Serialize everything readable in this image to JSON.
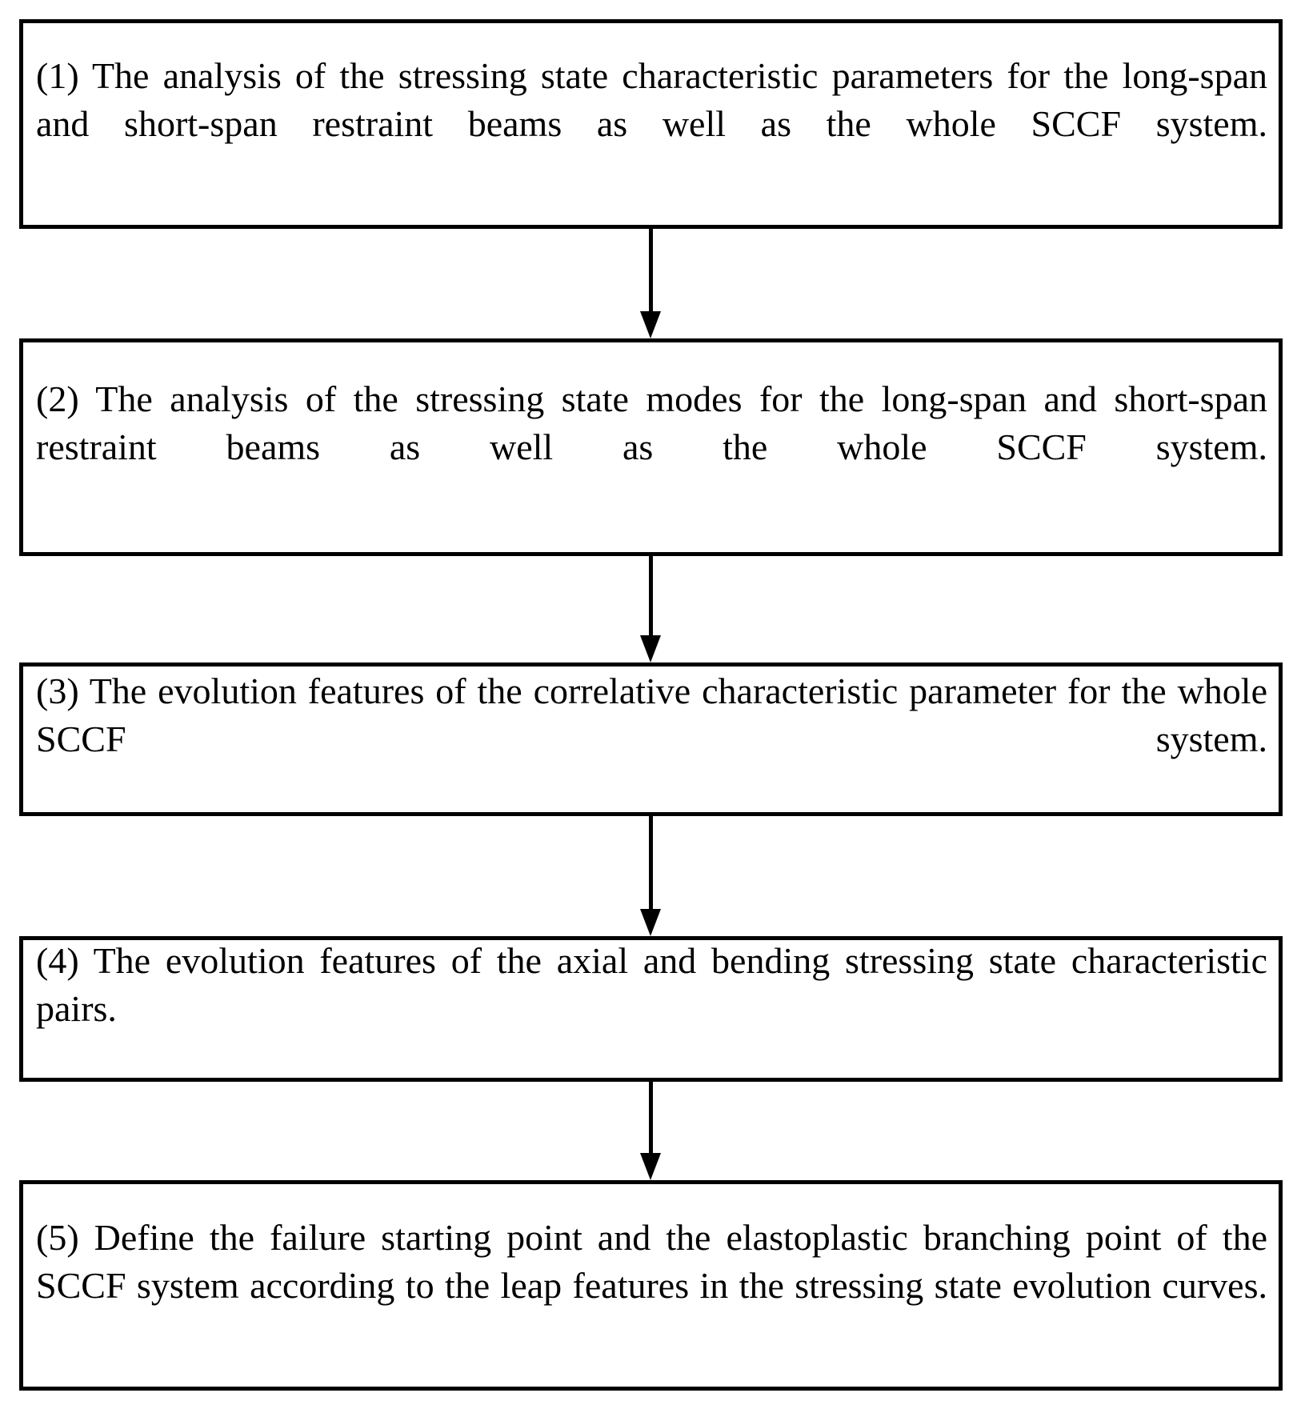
{
  "diagram": {
    "type": "flowchart",
    "orientation": "vertical-top-to-bottom",
    "style": {
      "box_border_color": "#000000",
      "box_fill_color": "#ffffff",
      "text_color": "#000000",
      "arrow_color": "#000000",
      "background_color": "#ffffff"
    },
    "nodes": [
      {
        "id": "step-1",
        "number": "(1)",
        "text": "(1) The analysis of the stressing state characteristic parameters for the long-span and short-span restraint beams as well as the whole SCCF system."
      },
      {
        "id": "step-2",
        "number": "(2)",
        "text": "(2) The analysis of the stressing state modes for the long-span and short-span restraint beams as well as the whole SCCF system."
      },
      {
        "id": "step-3",
        "number": "(3)",
        "text": "(3) The evolution features of the correlative characteristic parameter for the whole SCCF system."
      },
      {
        "id": "step-4",
        "number": "(4)",
        "text": "(4) The evolution features of the axial and bending stressing state characteristic pairs."
      },
      {
        "id": "step-5",
        "number": "(5)",
        "text": "(5) Define the failure starting point and the elastoplastic branching point of the SCCF system according to the leap features in the stressing state evolution curves."
      }
    ],
    "connectors": [
      {
        "id": "connector-1-2",
        "from": "step-1",
        "to": "step-2",
        "icon": "down-arrow-icon"
      },
      {
        "id": "connector-2-3",
        "from": "step-2",
        "to": "step-3",
        "icon": "down-arrow-icon"
      },
      {
        "id": "connector-3-4",
        "from": "step-3",
        "to": "step-4",
        "icon": "down-arrow-icon"
      },
      {
        "id": "connector-4-5",
        "from": "step-4",
        "to": "step-5",
        "icon": "down-arrow-icon"
      }
    ]
  }
}
